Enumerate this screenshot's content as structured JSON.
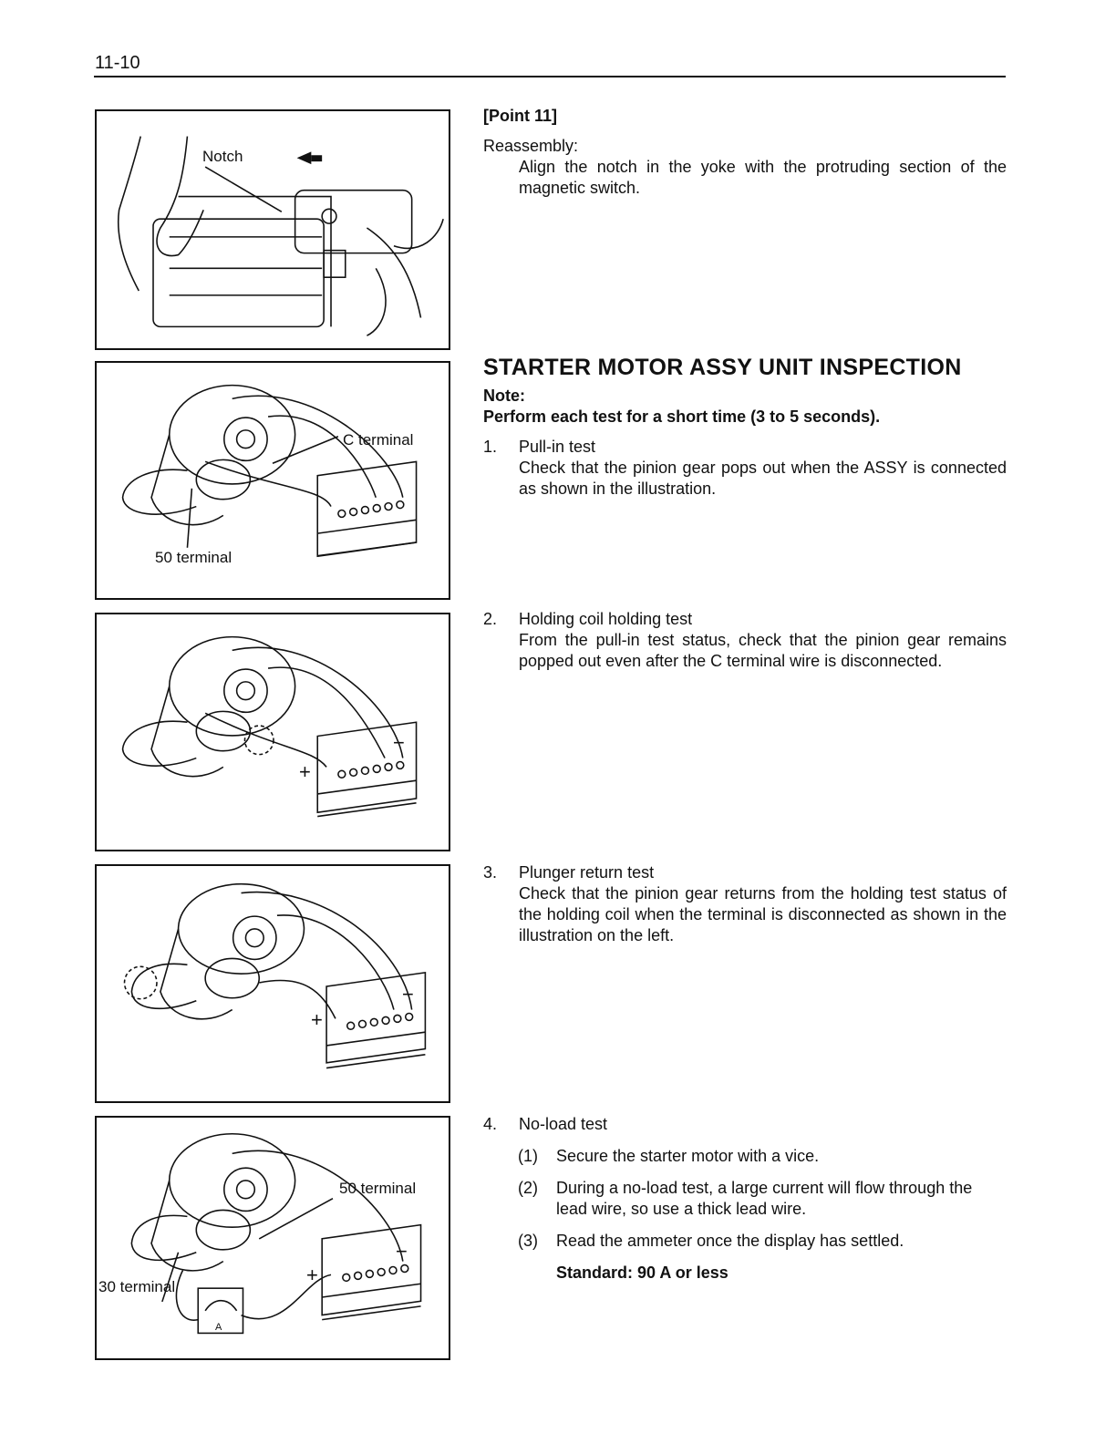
{
  "page_number": "11-10",
  "figures": {
    "fig1": {
      "notch_label": "Notch"
    },
    "fig2": {
      "c_terminal": "C terminal",
      "terminal_50": "50 terminal"
    },
    "fig3": {
      "minus": "−",
      "plus": "+"
    },
    "fig4": {
      "minus": "−",
      "plus": "+"
    },
    "fig5": {
      "terminal_50": "50 terminal",
      "terminal_30": "30 terminal",
      "minus": "−",
      "plus": "+",
      "meter_letter": "A"
    }
  },
  "point": {
    "title": "[Point 11]",
    "label": "Reassembly:",
    "text": "Align the notch in the yoke with the protruding section of the magnetic switch."
  },
  "inspection": {
    "heading": "STARTER MOTOR ASSY UNIT INSPECTION",
    "note_label": "Note:",
    "note_text": "Perform each test for a short time (3 to 5 seconds).",
    "tests": [
      {
        "num": "1.",
        "title": "Pull-in test",
        "text": "Check that the pinion gear pops out when the ASSY is connected as shown in the illustration."
      },
      {
        "num": "2.",
        "title": "Holding coil holding test",
        "text": "From the pull-in test status, check that the pinion gear remains popped out even after the C terminal wire is disconnected."
      },
      {
        "num": "3.",
        "title": "Plunger return test",
        "text": "Check that the pinion gear returns from the holding test status of the holding coil when the terminal is disconnected as shown in the illustration on the left."
      },
      {
        "num": "4.",
        "title": "No-load test",
        "subs": [
          {
            "num": "(1)",
            "text": "Secure the starter motor with a vice."
          },
          {
            "num": "(2)",
            "text": "During a no-load test, a large current will flow through the lead wire, so use a thick lead wire."
          },
          {
            "num": "(3)",
            "text": "Read the ammeter once the display has settled."
          }
        ],
        "standard": "Standard: 90 A or less"
      }
    ]
  }
}
